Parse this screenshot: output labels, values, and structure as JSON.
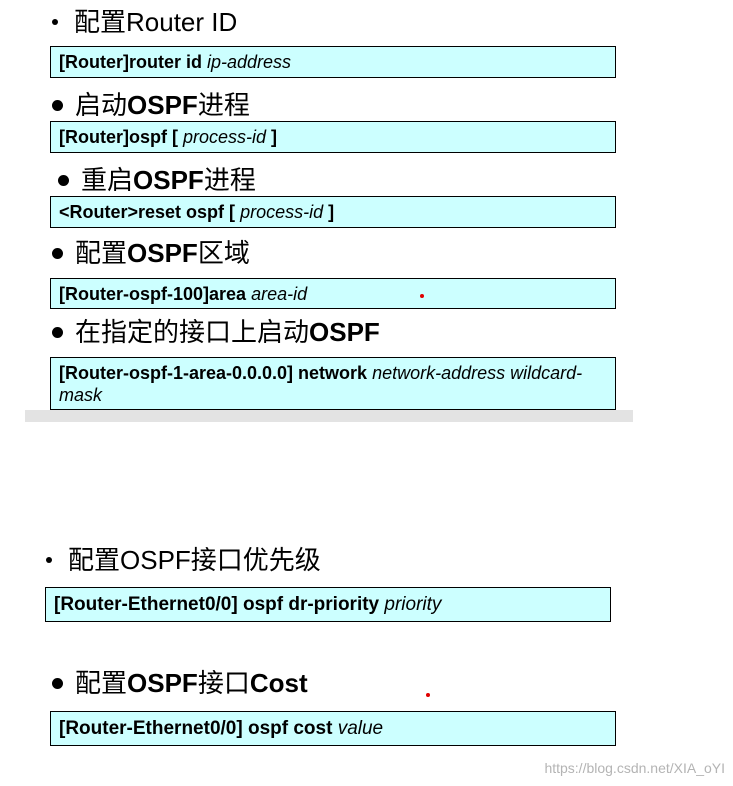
{
  "sections": [
    {
      "heading_plain": "配置Router ID",
      "command": {
        "keyword": "[Router]router id",
        "argument": "ip-address"
      }
    },
    {
      "heading_plain": "启动",
      "heading_bold": "OSPF",
      "heading_tail": "进程",
      "command": {
        "keyword": "[Router]ospf [",
        "argument": "process-id",
        "suffix": "]"
      }
    },
    {
      "heading_plain": "重启",
      "heading_bold": "OSPF",
      "heading_tail": "进程",
      "command": {
        "keyword": "<Router>reset ospf [",
        "argument": "process-id",
        "suffix": "]"
      }
    },
    {
      "heading_plain": "配置",
      "heading_bold": "OSPF",
      "heading_tail": "区域",
      "command": {
        "keyword": "[Router-ospf-100]area",
        "argument": "area-id"
      }
    },
    {
      "heading_plain": "在指定的接口上启动",
      "heading_bold": "OSPF",
      "command": {
        "keyword": "[Router-ospf-1-area-0.0.0.0] network",
        "argument": "network-address wildcard-",
        "argument_line2": "mask"
      }
    },
    {
      "heading_plain": "配置OSPF接口优先级",
      "command": {
        "keyword": "[Router-Ethernet0/0] ospf dr-priority",
        "argument": "priority"
      }
    },
    {
      "heading_plain": "配置",
      "heading_bold": "OSPF",
      "heading_tail": "接口",
      "heading_bold2": "Cost",
      "command": {
        "keyword": "[Router-Ethernet0/0] ospf cost",
        "argument": "value"
      }
    }
  ],
  "watermark": "https://blog.csdn.net/XIA_oYI",
  "colors": {
    "command_background": "#ccffff",
    "command_border": "#000000",
    "annotation_dot": "#e00000"
  }
}
